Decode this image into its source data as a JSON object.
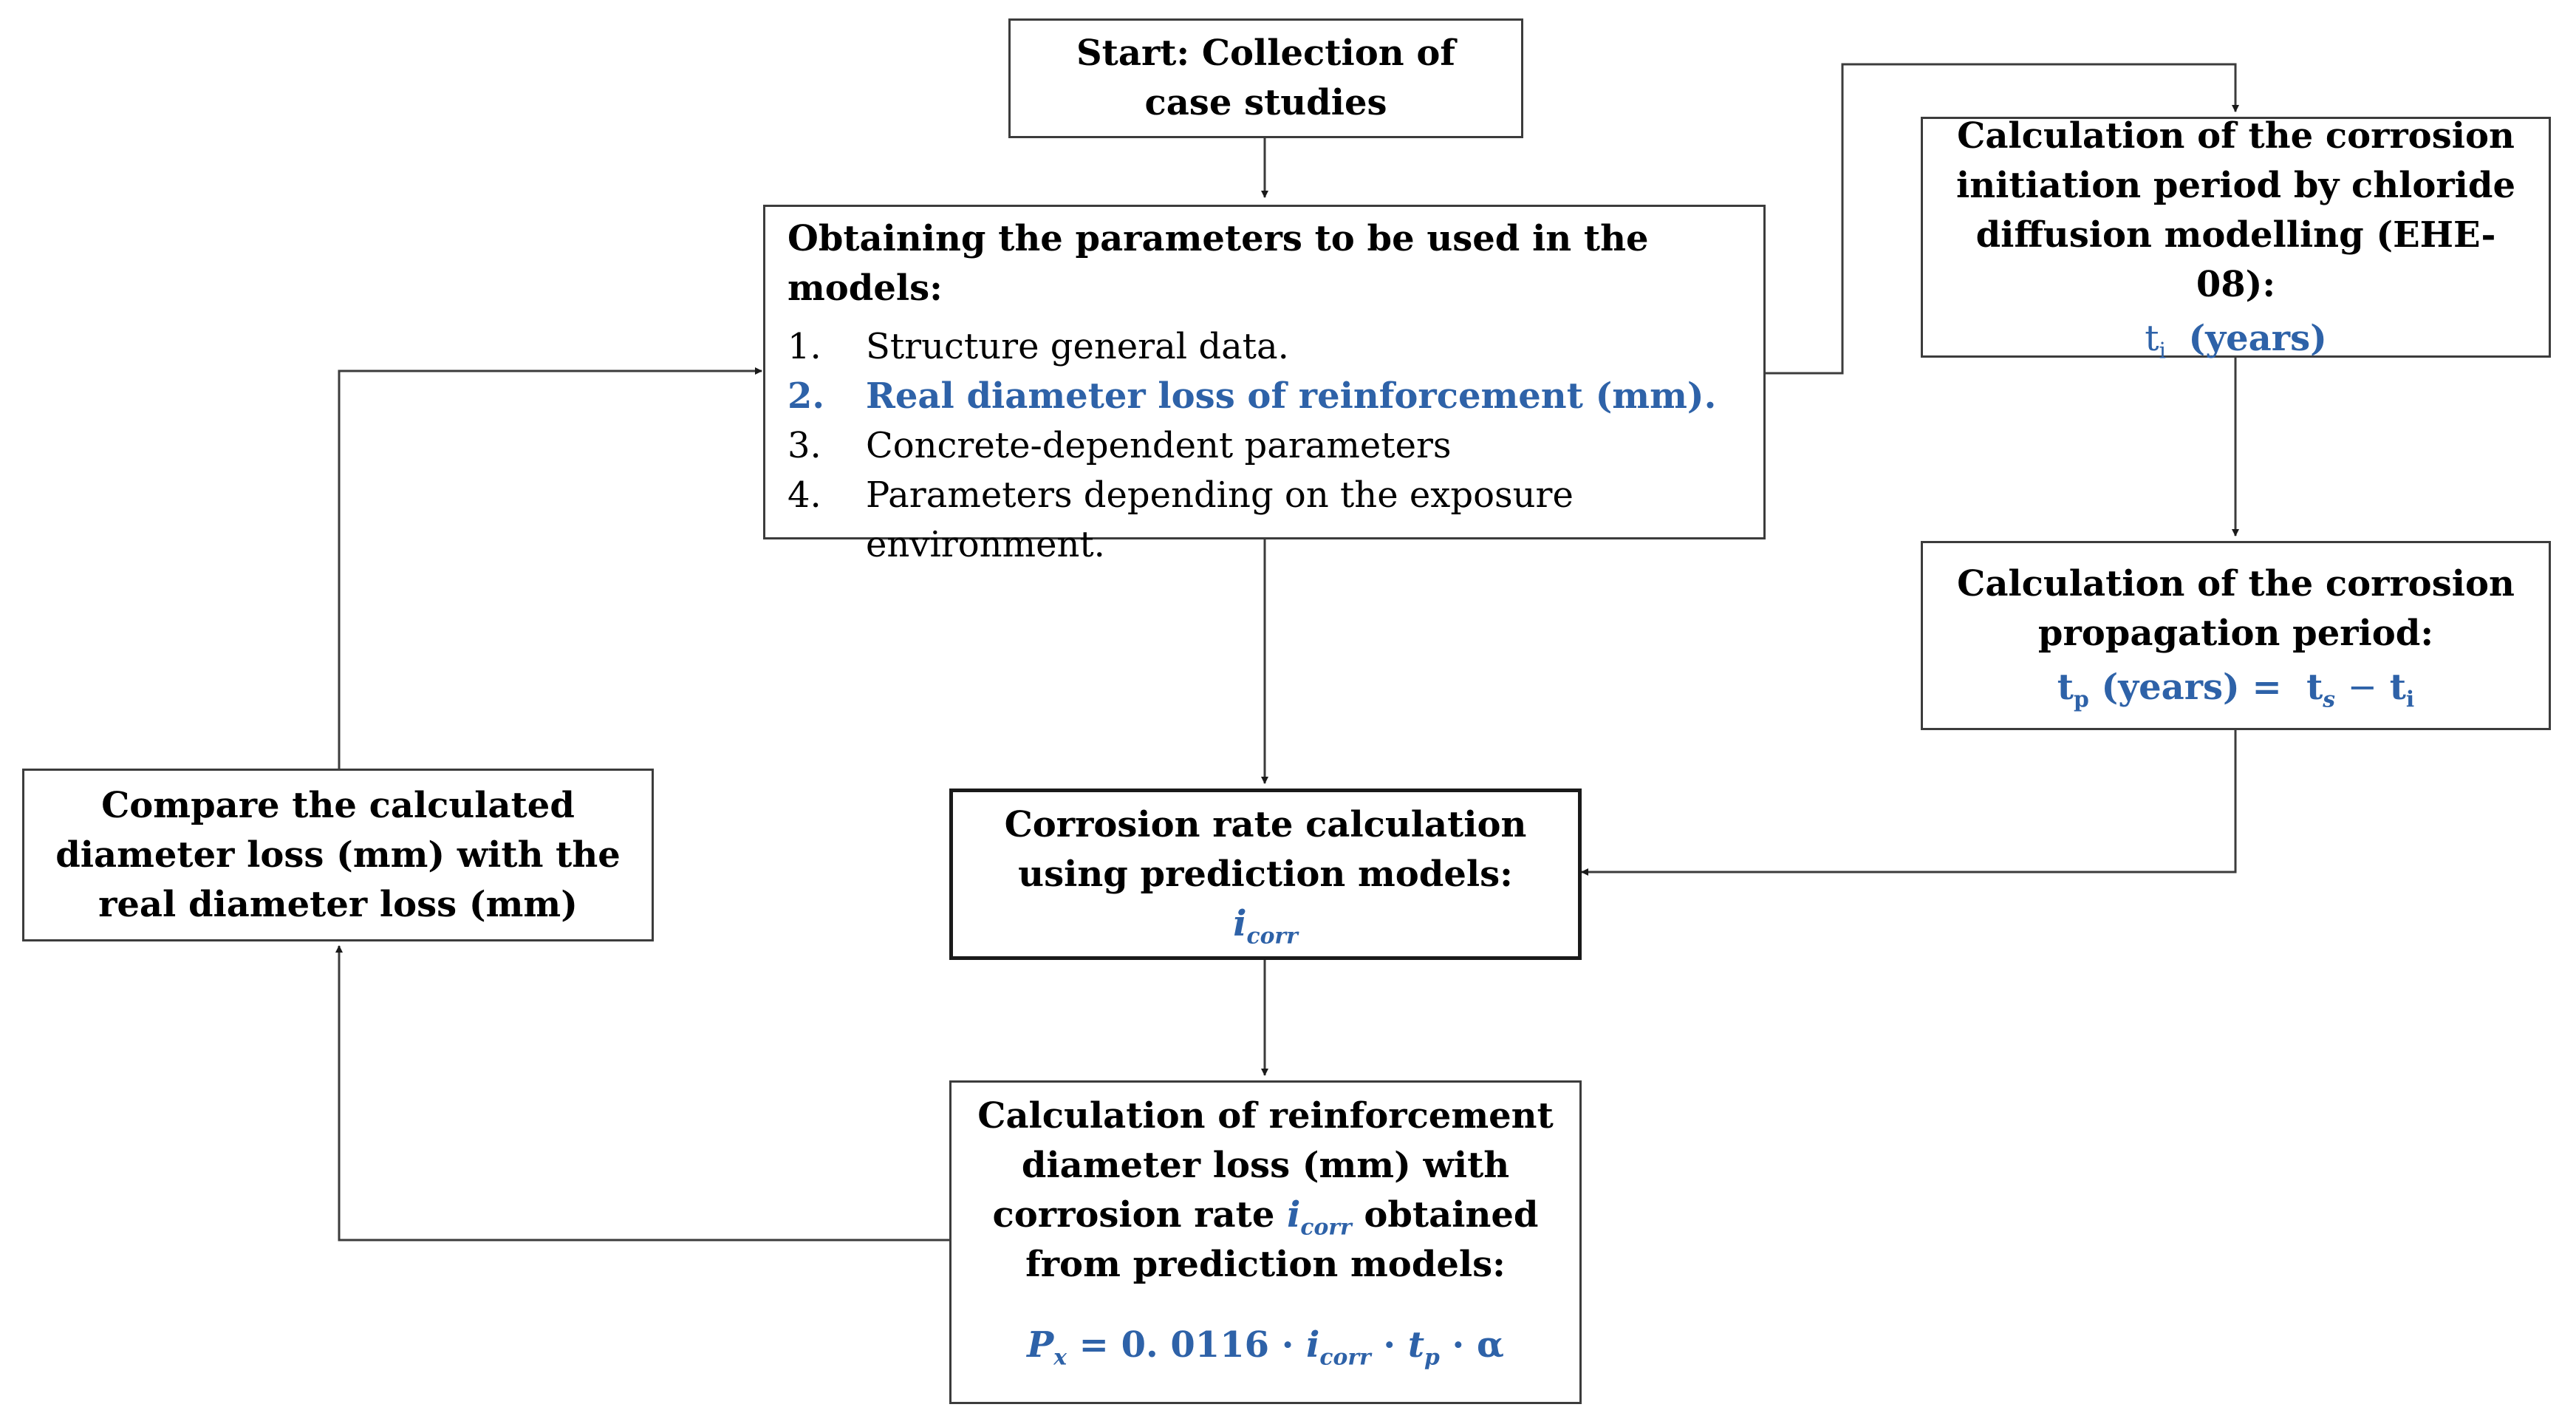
{
  "start": {
    "text": "Start: Collection of case studies"
  },
  "params": {
    "title": "Obtaining the parameters to be used in the models:",
    "items": [
      {
        "num": "1.",
        "text": "Structure general data."
      },
      {
        "num": "2.",
        "text": "Real diameter loss of reinforcement (mm)."
      },
      {
        "num": "3.",
        "text": "Concrete-dependent parameters"
      },
      {
        "num": "4.",
        "text": "Parameters depending on the exposure environment."
      }
    ]
  },
  "initiation": {
    "title": "Calculation of the corrosion initiation period by chloride diffusion modelling (EHE-08):",
    "var": "t",
    "var_sub": "i",
    "unit": "(years)"
  },
  "propagation": {
    "title": "Calculation of the corrosion propagation period:",
    "lhs": "t",
    "lhs_sub": "p",
    "lhs_unit": "(years) =",
    "ts": "t",
    "ts_sub": "s",
    "minus": "−",
    "ti": "t",
    "ti_sub": "i"
  },
  "corrosion_rate": {
    "title": "Corrosion rate calculation using prediction models:",
    "var": "i",
    "var_sub": "corr"
  },
  "diameter_loss": {
    "text_before": "Calculation of reinforcement diameter loss (mm) with corrosion rate",
    "var": "i",
    "var_sub": "corr",
    "text_after": "obtained from prediction models:",
    "formula": {
      "P": "P",
      "P_sub": "x",
      "eq": "= 0. 0116 ·",
      "i": "i",
      "i_sub": "corr",
      "dot": "·",
      "t": "t",
      "t_sub": "p",
      "alpha": "· α"
    }
  },
  "compare": {
    "text": "Compare the calculated diameter loss (mm) with the real diameter loss (mm)"
  },
  "colors": {
    "accent_blue": "#2e62a8",
    "border": "#3c3c3c"
  }
}
